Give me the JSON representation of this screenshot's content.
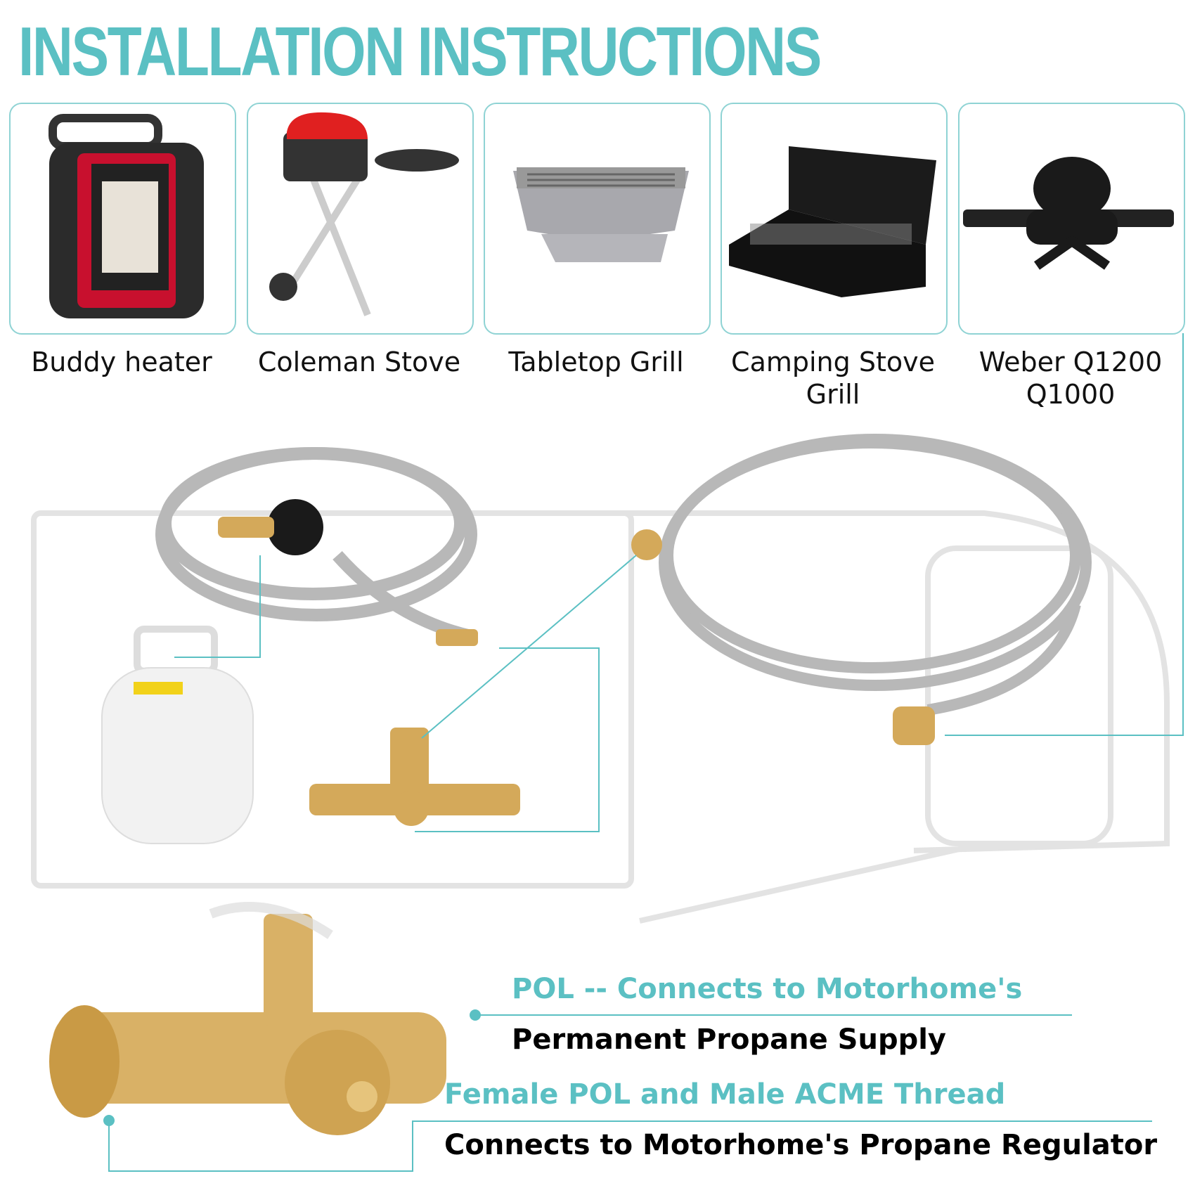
{
  "title": "INSTALLATION INSTRUCTIONS",
  "products": [
    {
      "label": "Buddy heater"
    },
    {
      "label": "Coleman Stove"
    },
    {
      "label": "Tabletop Grill"
    },
    {
      "label": "Camping Stove Grill"
    },
    {
      "label": "Weber  Q1200 Q1000"
    }
  ],
  "callouts": {
    "pol_title": "POL -- Connects to Motorhome's",
    "pol_desc": "Permanent Propane Supply",
    "female_title": "Female POL and Male ACME Thread",
    "female_desc": "Connects to Motorhome's Propane Regulator"
  },
  "colors": {
    "accent": "#5bc0c3",
    "brass": "#d4a95a",
    "hose": "#b8b8b8"
  }
}
